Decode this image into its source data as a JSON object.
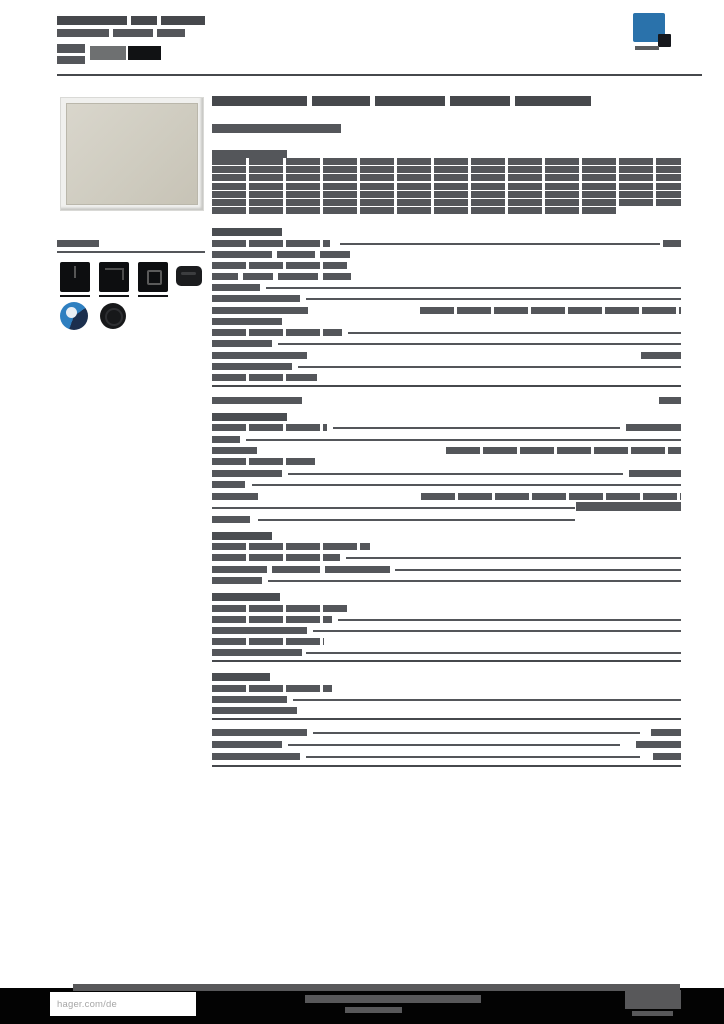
{
  "footer": {
    "website": "hager.com/de"
  },
  "colors": {
    "accent_blue": "#2a72ab",
    "plate_beige": "#cfccc0",
    "footer_bg": "#030303",
    "bar_palette": {
      "t": "#46484c",
      "d": "#54565a",
      "hd": "#4a4d51",
      "md": "#6e7071",
      "bk": "#111214",
      "rl": "#46484c",
      "ft": "#58585a"
    }
  },
  "icons": [
    {
      "name": "feature-icon-1",
      "style": "black-square"
    },
    {
      "name": "feature-icon-2",
      "style": "black-square"
    },
    {
      "name": "feature-icon-3",
      "style": "black-square"
    },
    {
      "name": "feature-icon-4",
      "style": "dark-pill"
    },
    {
      "name": "brand-app-icon",
      "style": "blue-circle"
    },
    {
      "name": "certification-icon",
      "style": "dark-circle"
    }
  ],
  "bars": {
    "header": [
      [
        57,
        16,
        70,
        9,
        "t"
      ],
      [
        131,
        16,
        26,
        9,
        "t"
      ],
      [
        161,
        16,
        44,
        9,
        "t"
      ],
      [
        57,
        29,
        52,
        8
      ],
      [
        113,
        29,
        40,
        8
      ],
      [
        157,
        29,
        28,
        8
      ],
      [
        57,
        44,
        28,
        9
      ],
      [
        57,
        56,
        28,
        8
      ],
      [
        90,
        46,
        36,
        14,
        "md"
      ],
      [
        128,
        46,
        33,
        14,
        "bk"
      ],
      [
        57,
        74,
        645,
        2,
        "rl"
      ]
    ],
    "sidebar": [
      [
        57,
        240,
        42,
        7
      ],
      [
        57,
        251,
        148,
        1.5
      ],
      [
        60,
        295,
        30,
        2,
        "bk"
      ],
      [
        99,
        295,
        30,
        2,
        "bk"
      ],
      [
        138,
        295,
        30,
        2,
        "bk"
      ]
    ],
    "main": [
      [
        212,
        96,
        95,
        10,
        "t"
      ],
      [
        312,
        96,
        58,
        10,
        "t"
      ],
      [
        375,
        96,
        70,
        10,
        "t"
      ],
      [
        450,
        96,
        60,
        10,
        "t"
      ],
      [
        515,
        96,
        76,
        10,
        "t"
      ],
      [
        212,
        124,
        129,
        9
      ],
      [
        212,
        150,
        75,
        8
      ],
      [
        212,
        158,
        469,
        7,
        "w"
      ],
      [
        212,
        166,
        469,
        7,
        "w"
      ],
      [
        212,
        174,
        469,
        7,
        "w"
      ],
      [
        212,
        183,
        469,
        7,
        "w"
      ],
      [
        212,
        191,
        469,
        7,
        "w"
      ],
      [
        212,
        199,
        469,
        7,
        "w"
      ],
      [
        212,
        207,
        405,
        7,
        "w"
      ]
    ],
    "table": [
      [
        212,
        228,
        70,
        8,
        "hd"
      ],
      [
        212,
        240,
        118,
        7,
        "w"
      ],
      [
        340,
        243,
        320,
        1.5
      ],
      [
        663,
        240,
        18,
        7
      ],
      [
        212,
        251,
        60,
        7
      ],
      [
        277,
        251,
        38,
        7
      ],
      [
        320,
        251,
        30,
        7
      ],
      [
        212,
        262,
        135,
        7,
        "w"
      ],
      [
        212,
        273,
        26,
        7
      ],
      [
        243,
        273,
        30,
        7
      ],
      [
        278,
        273,
        40,
        7
      ],
      [
        323,
        273,
        28,
        7
      ],
      [
        212,
        284,
        48,
        7
      ],
      [
        266,
        287,
        415,
        1.5
      ],
      [
        212,
        295,
        88,
        7
      ],
      [
        306,
        298,
        375,
        1.5
      ],
      [
        212,
        307,
        96,
        7
      ],
      [
        420,
        307,
        261,
        7,
        "w"
      ],
      [
        212,
        318,
        70,
        7
      ],
      [
        212,
        329,
        130,
        7,
        "w"
      ],
      [
        348,
        332,
        333,
        1.5
      ],
      [
        212,
        340,
        60,
        7
      ],
      [
        278,
        343,
        403,
        1.5
      ],
      [
        212,
        352,
        95,
        7
      ],
      [
        641,
        352,
        40,
        7
      ],
      [
        212,
        363,
        80,
        7
      ],
      [
        298,
        366,
        383,
        1.5
      ],
      [
        212,
        374,
        105,
        7,
        "w"
      ],
      [
        212,
        385,
        469,
        1.5,
        "rl"
      ],
      [
        212,
        397,
        90,
        7
      ],
      [
        659,
        397,
        22,
        7
      ],
      [
        212,
        413,
        75,
        8,
        "hd"
      ],
      [
        212,
        424,
        115,
        7,
        "w"
      ],
      [
        333,
        427,
        287,
        1.5
      ],
      [
        626,
        424,
        55,
        7
      ],
      [
        212,
        436,
        28,
        7
      ],
      [
        246,
        439,
        435,
        1.5
      ],
      [
        212,
        447,
        45,
        7
      ],
      [
        446,
        447,
        235,
        7,
        "w"
      ],
      [
        212,
        458,
        103,
        7,
        "w"
      ],
      [
        212,
        470,
        70,
        7
      ],
      [
        288,
        473,
        335,
        1.5
      ],
      [
        629,
        470,
        52,
        7
      ],
      [
        212,
        481,
        33,
        7
      ],
      [
        252,
        484,
        429,
        1.5
      ],
      [
        212,
        493,
        46,
        7
      ],
      [
        421,
        493,
        260,
        7,
        "w"
      ],
      [
        212,
        507,
        363,
        1.5
      ],
      [
        576,
        502,
        105,
        9
      ],
      [
        212,
        516,
        38,
        7
      ],
      [
        258,
        519,
        317,
        1.5
      ],
      [
        212,
        532,
        60,
        8,
        "hd"
      ],
      [
        212,
        543,
        158,
        7,
        "w"
      ],
      [
        212,
        554,
        128,
        7,
        "w"
      ],
      [
        346,
        557,
        335,
        1.5
      ],
      [
        212,
        566,
        55,
        7
      ],
      [
        272,
        566,
        48,
        7
      ],
      [
        325,
        566,
        65,
        7
      ],
      [
        395,
        569,
        286,
        1.5
      ],
      [
        212,
        577,
        50,
        7
      ],
      [
        268,
        580,
        413,
        1.5
      ],
      [
        212,
        593,
        68,
        8,
        "hd"
      ],
      [
        212,
        605,
        135,
        7,
        "w"
      ],
      [
        212,
        616,
        120,
        7,
        "w"
      ],
      [
        338,
        619,
        343,
        1.5
      ],
      [
        212,
        627,
        95,
        7
      ],
      [
        313,
        630,
        368,
        1.5
      ],
      [
        212,
        638,
        112,
        7,
        "w"
      ],
      [
        212,
        649,
        90,
        7
      ],
      [
        306,
        652,
        375,
        1.5
      ],
      [
        212,
        660,
        469,
        1.5,
        "rl"
      ],
      [
        212,
        673,
        58,
        8,
        "hd"
      ],
      [
        212,
        685,
        120,
        7,
        "w"
      ],
      [
        212,
        696,
        75,
        7
      ],
      [
        293,
        699,
        388,
        1.5
      ],
      [
        212,
        707,
        85,
        7
      ],
      [
        212,
        718,
        469,
        1.5,
        "rl"
      ],
      [
        212,
        729,
        95,
        7
      ],
      [
        313,
        732,
        327,
        1.5
      ],
      [
        651,
        729,
        30,
        7
      ],
      [
        212,
        741,
        70,
        7
      ],
      [
        288,
        744,
        332,
        1.5
      ],
      [
        636,
        741,
        45,
        7
      ],
      [
        212,
        753,
        88,
        7
      ],
      [
        306,
        756,
        334,
        1.5
      ],
      [
        653,
        753,
        28,
        7
      ],
      [
        212,
        765,
        469,
        1.5,
        "rl"
      ]
    ],
    "footer": [
      [
        73,
        984,
        607,
        7,
        "ft"
      ],
      [
        305,
        995,
        176,
        8,
        "ft"
      ],
      [
        345,
        1007,
        57,
        6,
        "ft"
      ],
      [
        625,
        990,
        56,
        19,
        "ft"
      ],
      [
        632,
        1011,
        41,
        5,
        "ft"
      ]
    ]
  }
}
